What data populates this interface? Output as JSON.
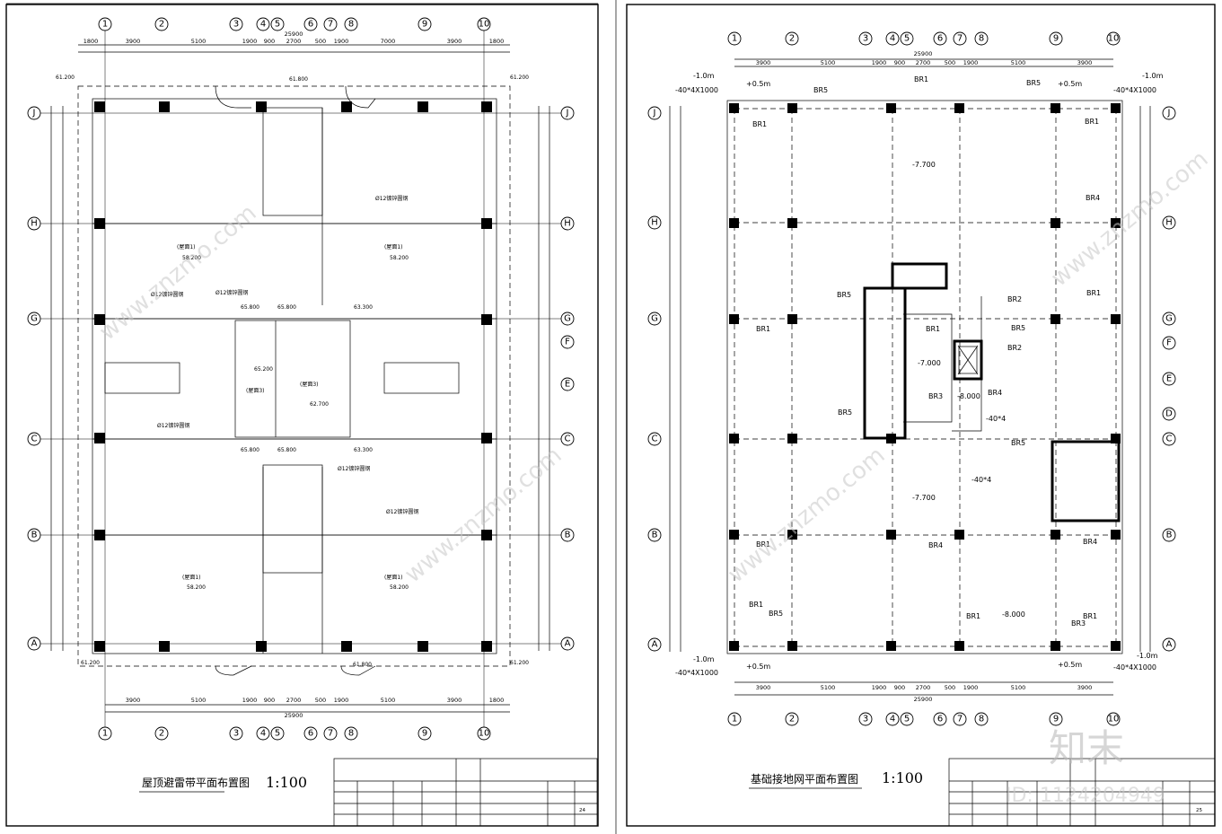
{
  "top_dims": [
    "1800",
    "3900",
    "5100",
    "1900",
    "900",
    "2700",
    "500",
    "1900",
    "7000",
    "3900",
    "1800"
  ],
  "total_dim": "25900",
  "bottom_dims": [
    "3900",
    "5100",
    "1900",
    "900",
    "2700",
    "500",
    "1900",
    "5100",
    "3900",
    "1800"
  ],
  "left_sheet": {
    "title": "屋顶避雷带平面布置图",
    "scale": "1:100",
    "elevations": [
      "61.200",
      "61.800",
      "61.200",
      "65.800",
      "65.800",
      "63.300",
      "65.200",
      "62.700",
      "65.800",
      "65.800",
      "63.300",
      "61.800",
      "61.200",
      "61.200"
    ],
    "room_labels": [
      "(屋面1)",
      "58.200",
      "(屋面1)",
      "58.200",
      "(屋面1)",
      "58.200",
      "(屋面1)",
      "58.200",
      "(屋面3)",
      "(屋面3)"
    ],
    "annotations": [
      "Ø12镀锌圆钢",
      "Ø12镀锌圆钢",
      "Ø12镀锌圆钢",
      "Ø12镀锌圆钢",
      "Ø12镀锌圆钢",
      "Ø12镀锌圆钢"
    ],
    "sheet_no": "24"
  },
  "right_sheet": {
    "title": "基础接地网平面布置图",
    "scale": "1:100",
    "labels": [
      "BR1",
      "BR5",
      "BR1",
      "BR5",
      "BR1",
      "BR5",
      "BR4",
      "BR1",
      "BR2",
      "BR5",
      "BR2",
      "BR1",
      "BR1",
      "BR3",
      "BR4",
      "BR5",
      "BR5",
      "BR1",
      "BR4",
      "BR4",
      "BR1",
      "BR5",
      "BR1",
      "BR3",
      "BR1"
    ],
    "levels": [
      "-1.0m",
      "-1.0m",
      "-1.0m",
      "-1.0m",
      "+0.5m",
      "+0.5m",
      "+0.5m",
      "+0.5m",
      "-7.700",
      "-7.700",
      "-7.000",
      "-8.000",
      "-8.000"
    ],
    "strip": [
      "-40*4X1000",
      "-40*4X1000",
      "-40*4X1000",
      "-40*4X1000",
      "-40*4",
      "-40*4"
    ],
    "sheet_no": "25"
  },
  "col_axes": [
    "1",
    "2",
    "3",
    "4",
    "5",
    "6",
    "7",
    "8",
    "9",
    "10"
  ],
  "row_axes_left": [
    "J",
    "H",
    "G",
    "C",
    "B",
    "A"
  ],
  "row_axes_right_extra": [
    "F",
    "E",
    "D"
  ],
  "watermark": {
    "site": "www.znzmo.com",
    "brand": "知末",
    "id": "ID: 1124204949"
  }
}
